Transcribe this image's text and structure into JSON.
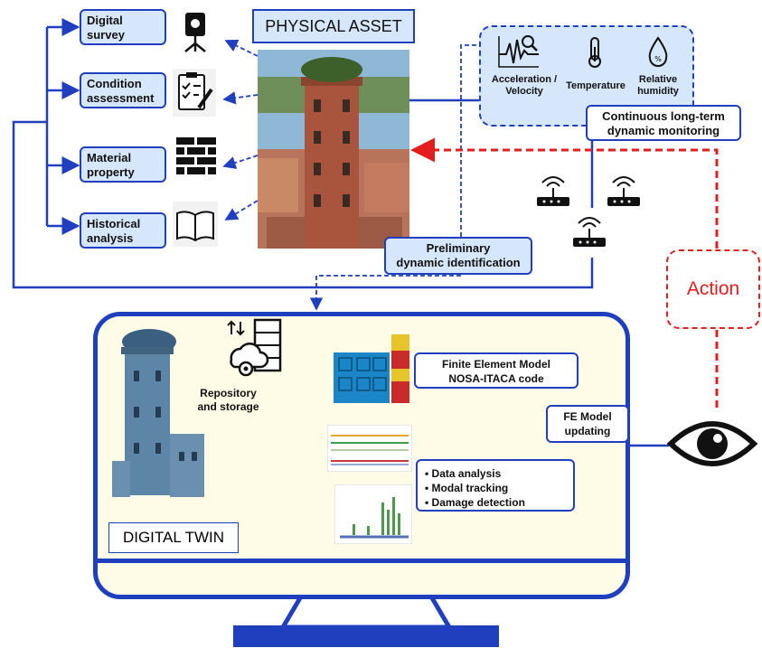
{
  "physical_asset": {
    "title": "PHYSICAL ASSET"
  },
  "inputs": [
    {
      "label": "Digital survey",
      "line1": "Digital",
      "line2": "survey"
    },
    {
      "label": "Condition assessment",
      "line1": "Condition",
      "line2": "assessment"
    },
    {
      "label": "Material property",
      "line1": "Material",
      "line2": "property"
    },
    {
      "label": "Historical analysis",
      "line1": "Historical",
      "line2": "analysis"
    }
  ],
  "sensors": {
    "acceleration": {
      "line1": "Acceleration /",
      "line2": "Velocity"
    },
    "temperature": "Temperature",
    "humidity": {
      "line1": "Relative",
      "line2": "humidity"
    }
  },
  "monitoring": {
    "line1": "Continuous long-term",
    "line2": "dynamic monitoring"
  },
  "preliminary": {
    "line1": "Preliminary",
    "line2": "dynamic identification"
  },
  "action": "Action",
  "digital_twin": {
    "title": "DIGITAL TWIN",
    "repository": {
      "line1": "Repository",
      "line2": "and storage"
    },
    "fe_model": {
      "line1": "Finite Element Model",
      "line2": "NOSA-ITACA code"
    },
    "fe_updating": {
      "line1": "FE Model",
      "line2": "updating"
    },
    "analysis": [
      "Data analysis",
      "Modal tracking",
      "Damage detection"
    ]
  },
  "colors": {
    "blue": "#1f3fbf",
    "light_blue": "#d7e7fb",
    "red": "#e41e1e",
    "screen_bg": "#fefbe6"
  }
}
